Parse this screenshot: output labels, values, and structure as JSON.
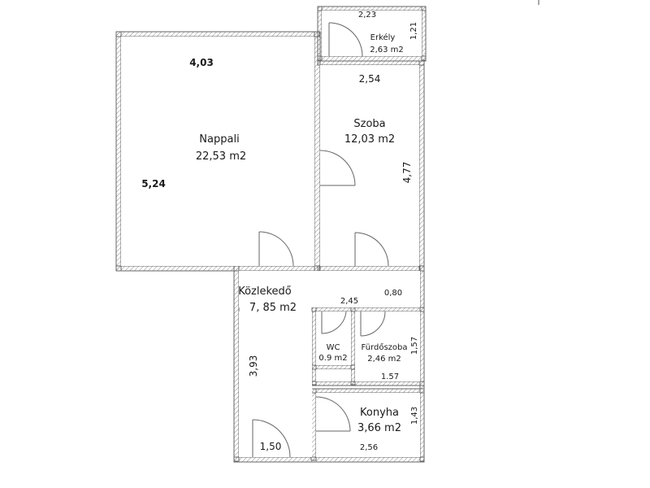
{
  "rooms": {
    "nappali": {
      "name": "Nappali",
      "area": "22,53 m2"
    },
    "szoba": {
      "name": "Szoba",
      "area": "12,03 m2"
    },
    "erkely": {
      "name": "Erkély",
      "area": "2,63 m2"
    },
    "kozlekedo": {
      "name": "Közlekedő",
      "area": "7, 85 m2"
    },
    "wc": {
      "name": "WC",
      "area": "0.9 m2"
    },
    "furdoszoba": {
      "name": "Fürdőszoba",
      "area": "2,46 m2"
    },
    "konyha": {
      "name": "Konyha",
      "area": "3,66 m2"
    }
  },
  "dimensions": {
    "nappali_width": "4,03",
    "nappali_height": "5,24",
    "szoba_width": "2,54",
    "szoba_height": "4,77",
    "erkely_width": "2,23",
    "erkely_height": "1,21",
    "hall_width": "2,45",
    "hall_depth": "0,80",
    "hall_height": "3,93",
    "hall_bottom": "1,50",
    "bath_height": "1,57",
    "bath_width": "1.57",
    "kitchen_height": "1,43",
    "kitchen_width": "2,56"
  }
}
